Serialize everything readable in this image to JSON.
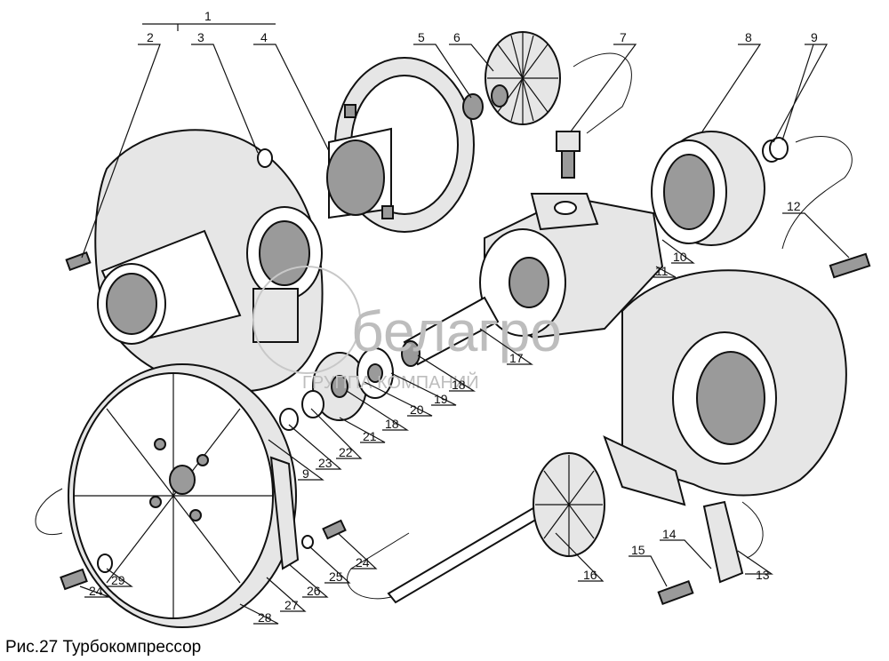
{
  "caption": "Рис.27 Турбокомпрессор",
  "watermark": {
    "main": "белагро",
    "sub": "ГРУППА КОМПАНИЙ"
  },
  "labels": [
    "1",
    "2",
    "3",
    "4",
    "5",
    "6",
    "7",
    "8",
    "9",
    "10",
    "11",
    "12",
    "13",
    "14",
    "15",
    "16",
    "17",
    "18",
    "19",
    "20",
    "21",
    "22",
    "23",
    "24",
    "25",
    "26",
    "27",
    "28",
    "29"
  ]
}
